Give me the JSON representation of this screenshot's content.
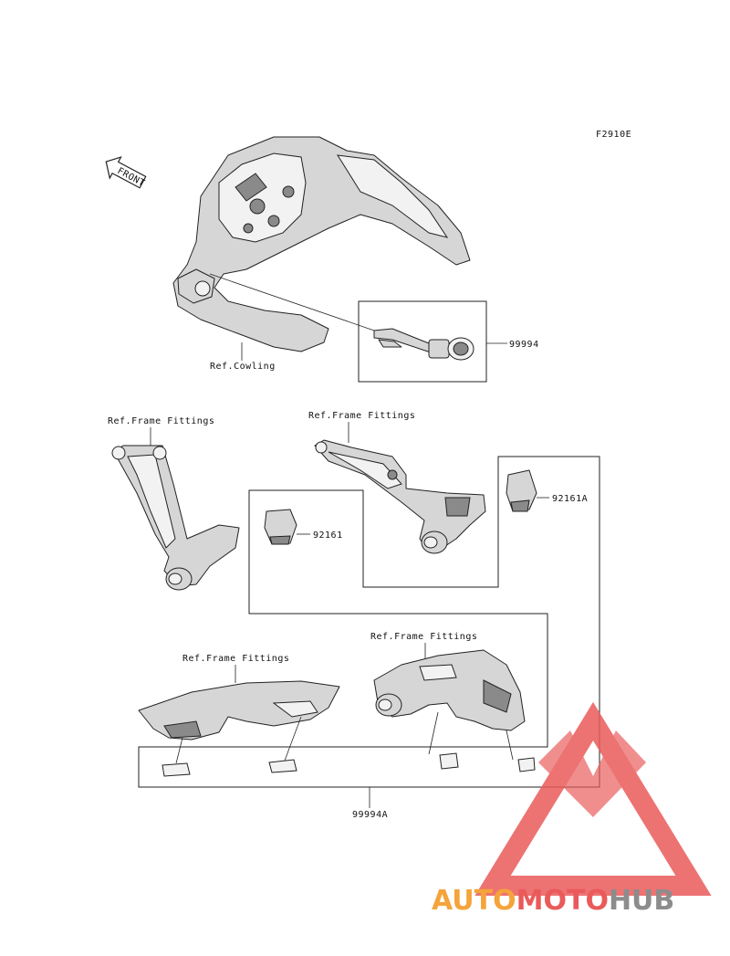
{
  "diagram_code": "F2910E",
  "front_label": "FRONT",
  "labels": {
    "cowling_ref": "Ref.Cowling",
    "part_99994": "99994",
    "frame_ref_1": "Ref.Frame Fittings",
    "frame_ref_2": "Ref.Frame Fittings",
    "frame_ref_3": "Ref.Frame Fittings",
    "frame_ref_4": "Ref.Frame Fittings",
    "part_92161": "92161",
    "part_92161A": "92161A",
    "part_99994A": "99994A"
  },
  "watermark": {
    "part1": "AUTO",
    "part2": "MOTO",
    "part3": "HUB",
    "color_orange": "#f4a43a",
    "color_red": "#ea5a5a",
    "color_gray": "#8c8c8c"
  }
}
